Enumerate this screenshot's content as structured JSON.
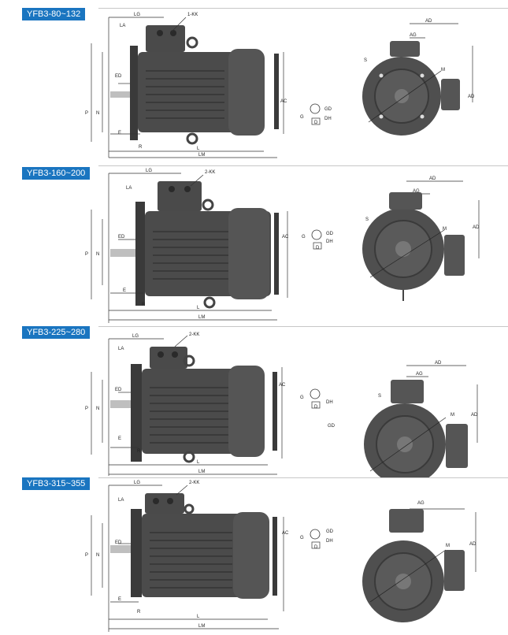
{
  "panels": [
    {
      "label": "YFB3-80~132",
      "box": "1-KK"
    },
    {
      "label": "YFB3-160~200",
      "box": "2-KK"
    },
    {
      "label": "YFB3-225~280",
      "box": "2-KK"
    },
    {
      "label": "YFB3-315~355",
      "box": "2-KK"
    }
  ],
  "dims": {
    "lg": "LG",
    "la": "LA",
    "ed": "ED",
    "e": "E",
    "r": "R",
    "l": "L",
    "lm": "LM",
    "p": "P",
    "n": "N",
    "ac": "AC",
    "ad": "AD",
    "ag": "AG",
    "s": "S",
    "m": "M",
    "g": "G",
    "d": "D",
    "gd": "GD",
    "dh": "DH",
    "f": "F"
  }
}
